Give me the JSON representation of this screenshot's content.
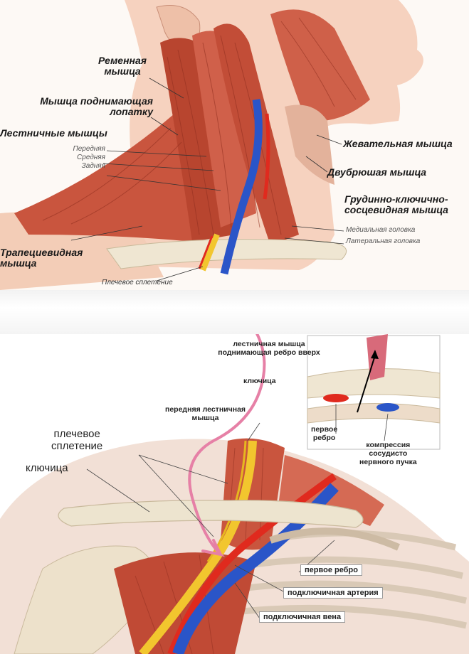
{
  "top_labels": {
    "splenius": [
      "Ременная",
      "мышца"
    ],
    "levator_scapulae": [
      "Мышца поднимающая",
      "лопатку"
    ],
    "scalenes": "Лестничные мышцы",
    "scalene_parts": [
      "Передняя",
      "Средняя",
      "Задняя"
    ],
    "masseter": "Жевательная мышца",
    "digastric": "Двубрюшая мышца",
    "scm": [
      "Грудинно-ключично-",
      "сосцевидная мышца"
    ],
    "scm_heads": [
      "Медиальная головка",
      "Латеральная головка"
    ],
    "trapezius": [
      "Трапециевидная",
      "мышца"
    ],
    "plexus": "Плечевое сплетение"
  },
  "inset_labels": {
    "scalene_lifts": [
      "лестничная мышца",
      "поднимающая ребро вверх"
    ],
    "clavicle": "ключица",
    "first_rib": [
      "первое",
      "ребро"
    ],
    "compression": [
      "компрессия",
      "сосудисто",
      "нервного пучка"
    ]
  },
  "bottom_labels": {
    "anterior_scalene": [
      "передняя лестничная",
      "мышца"
    ],
    "brachial_plexus": [
      "плечевое",
      "сплетение"
    ],
    "clavicle": "ключица",
    "first_rib": "первое ребро",
    "subclavian_artery": "подключичная артерия",
    "subclavian_vein": "подключичная вена"
  },
  "colors": {
    "muscle": "#c9553e",
    "muscle_dark": "#a23a28",
    "skin": "#f6d2bf",
    "bone": "#efe6d2",
    "artery": "#e02a1e",
    "vein": "#2a55c8",
    "nerve": "#f2c62e",
    "pointer": "#e680a6"
  }
}
